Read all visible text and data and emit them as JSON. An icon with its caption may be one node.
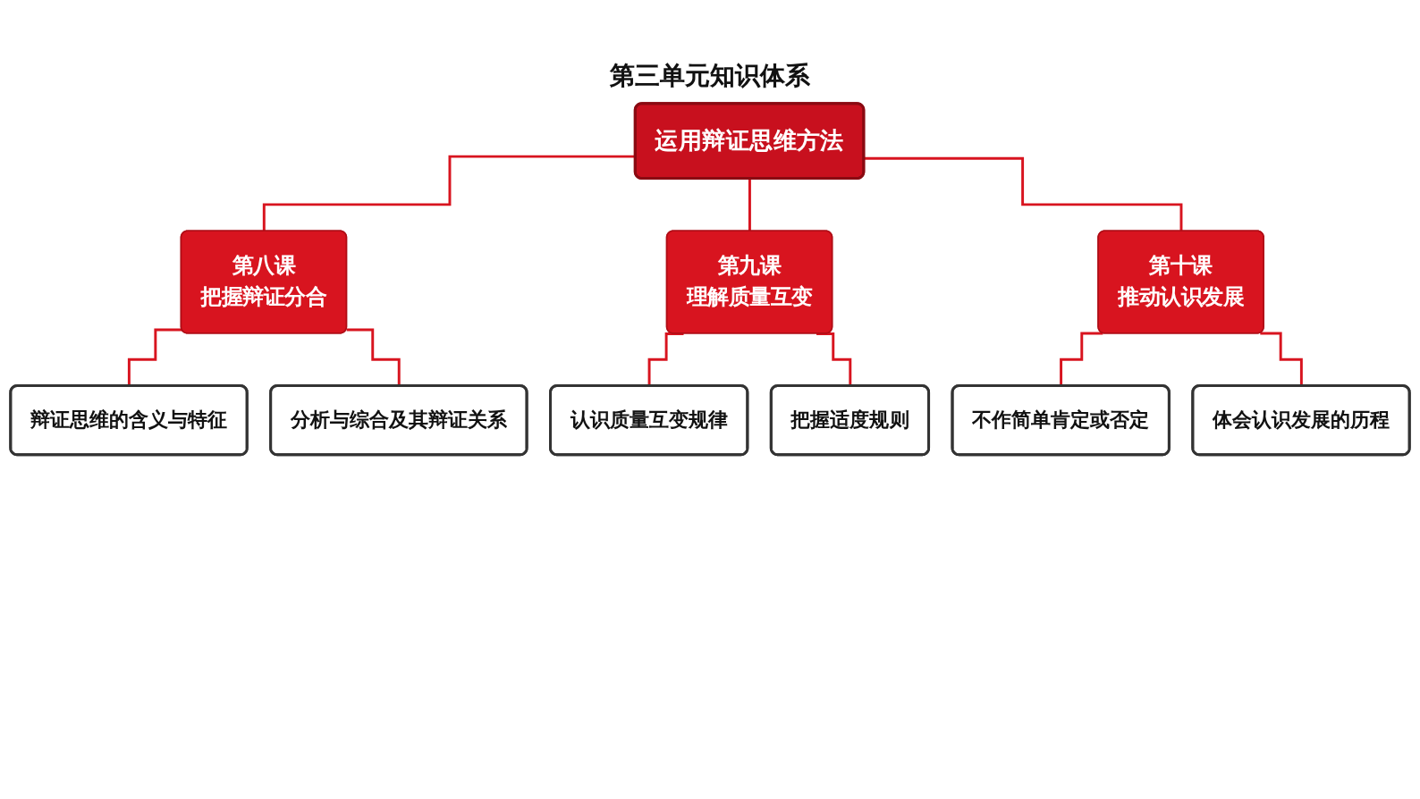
{
  "diagram": {
    "title": "第三单元知识体系",
    "nodes": [
      {
        "text": [
          "运用辩证思维方法"
        ]
      },
      {
        "text": [
          "第八课",
          "把握辩证分合"
        ]
      },
      {
        "text": [
          "第九课",
          "理解质量互变"
        ]
      },
      {
        "text": [
          "第十课",
          "推动认识发展"
        ]
      },
      {
        "text": [
          "辩证思维的含义与特征"
        ]
      },
      {
        "text": [
          "分析与综合及其辩证关系"
        ]
      },
      {
        "text": [
          "认识质量互变规律"
        ]
      },
      {
        "text": [
          "把握适度规则"
        ]
      },
      {
        "text": [
          "不作简单肯定或否定"
        ]
      },
      {
        "text": [
          "体会认识发展的历程"
        ]
      }
    ],
    "edges": [
      {
        "from": 0,
        "to": 1,
        "arrow": "none"
      },
      {
        "from": 0,
        "to": 2,
        "arrow": "none"
      },
      {
        "from": 0,
        "to": 3,
        "arrow": "none"
      },
      {
        "from": 1,
        "to": 4,
        "arrow": "none"
      },
      {
        "from": 1,
        "to": 5,
        "arrow": "none"
      },
      {
        "from": 2,
        "to": 6,
        "arrow": "none"
      },
      {
        "from": 2,
        "to": 7,
        "arrow": "none"
      },
      {
        "from": 3,
        "to": 8,
        "arrow": "none"
      },
      {
        "from": 3,
        "to": 9,
        "arrow": "none"
      }
    ]
  }
}
